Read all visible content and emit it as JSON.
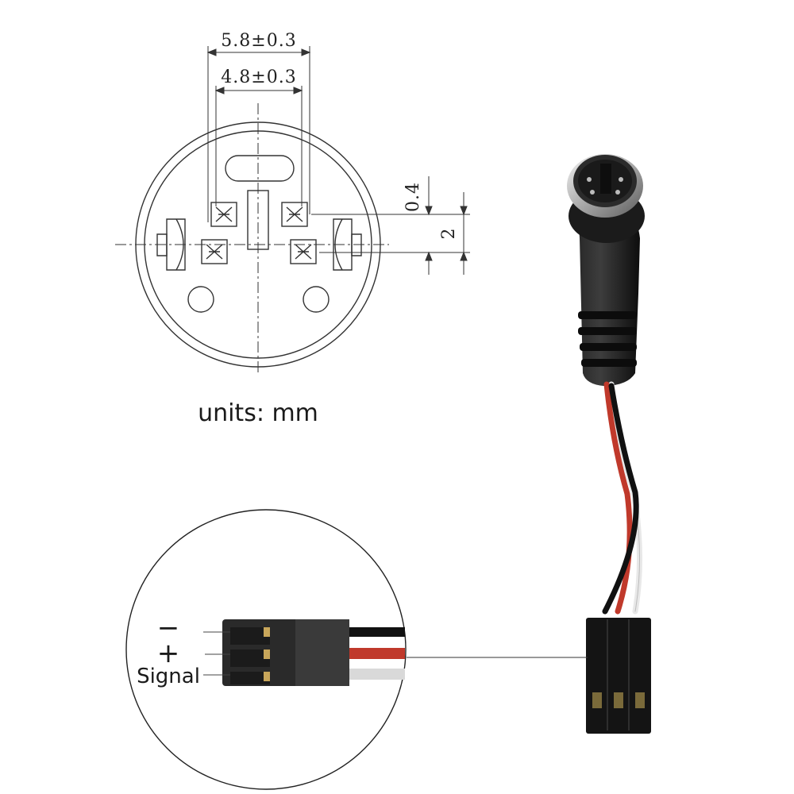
{
  "drawing": {
    "dims": {
      "outer_width": "5.8±0.3",
      "inner_width": "4.8±0.3",
      "pin_offset": "0.4",
      "pin_pitch": "2"
    },
    "units_label": "units: mm"
  },
  "pinout": {
    "minus_label": "−",
    "plus_label": "+",
    "signal_label": "Signal"
  },
  "colors": {
    "wire_red": "#c0392b",
    "wire_black": "#111111",
    "wire_white": "#e8e8e8",
    "connector": "#1c1c1c",
    "line": "#333333"
  },
  "icons": {
    "mini_din_connector": "mini-din-4pin-icon",
    "dupont_header": "dupont-3pin-icon"
  }
}
